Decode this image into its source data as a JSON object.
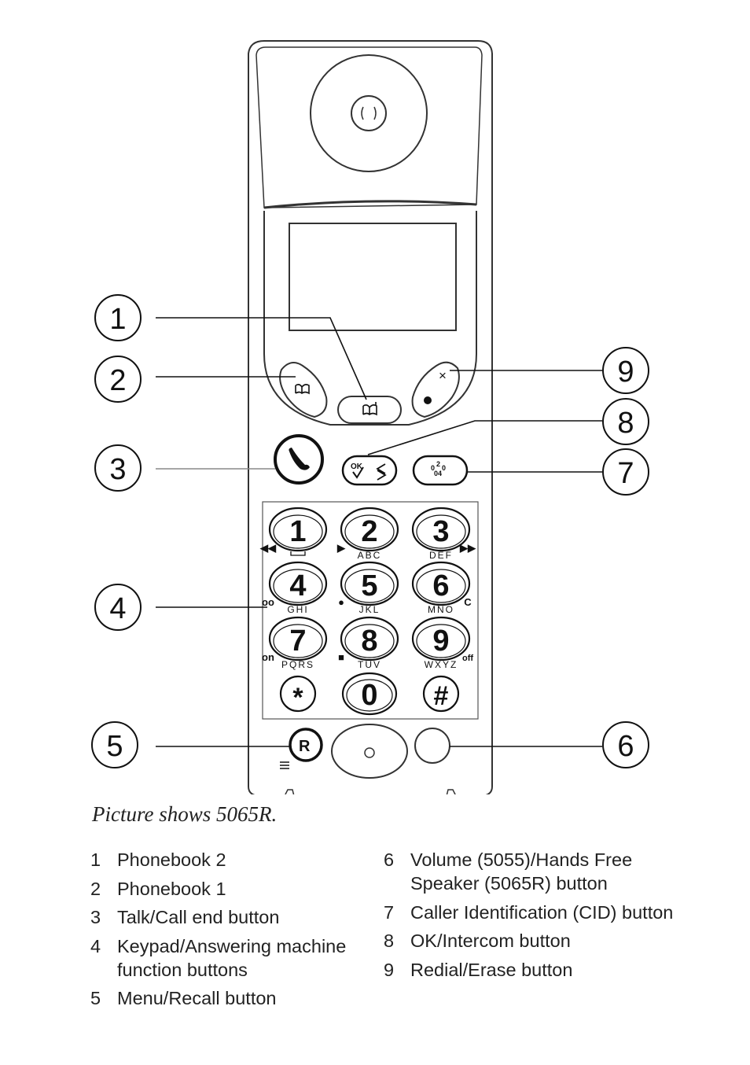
{
  "callouts": [
    {
      "num": "1"
    },
    {
      "num": "2"
    },
    {
      "num": "3"
    },
    {
      "num": "4"
    },
    {
      "num": "5"
    },
    {
      "num": "6"
    },
    {
      "num": "7"
    },
    {
      "num": "8"
    },
    {
      "num": "9"
    }
  ],
  "keypad": [
    {
      "digit": "1",
      "letters": "",
      "func": "◀◀"
    },
    {
      "digit": "2",
      "letters": "ABC",
      "func": "▶"
    },
    {
      "digit": "3",
      "letters": "DEF",
      "func": "▶▶"
    },
    {
      "digit": "4",
      "letters": "GHI",
      "func": "oo"
    },
    {
      "digit": "5",
      "letters": "JKL",
      "func": "●"
    },
    {
      "digit": "6",
      "letters": "MNO",
      "func": "C"
    },
    {
      "digit": "7",
      "letters": "PQRS",
      "func": "on"
    },
    {
      "digit": "8",
      "letters": "TUV",
      "func": "■"
    },
    {
      "digit": "9",
      "letters": "WXYZ",
      "func": "off"
    },
    {
      "digit": "*",
      "letters": "",
      "func": ""
    },
    {
      "digit": "0",
      "letters": "",
      "func": ""
    },
    {
      "digit": "#",
      "letters": "",
      "func": ""
    }
  ],
  "buttons": {
    "recall": "R",
    "ok": "OK",
    "redial_x": "×"
  },
  "caption": "Picture shows 5065R.",
  "legend": [
    {
      "num": "1",
      "text": "Phonebook 2"
    },
    {
      "num": "2",
      "text": "Phonebook 1"
    },
    {
      "num": "3",
      "text": "Talk/Call end button"
    },
    {
      "num": "4",
      "text": "Keypad/Answering machine function buttons"
    },
    {
      "num": "5",
      "text": "Menu/Recall button"
    },
    {
      "num": "6",
      "text": "Volume (5055)/Hands Free Speaker (5065R) button"
    },
    {
      "num": "7",
      "text": "Caller Identification (CID) button"
    },
    {
      "num": "8",
      "text": "OK/Intercom button"
    },
    {
      "num": "9",
      "text": "Redial/Erase button"
    }
  ]
}
